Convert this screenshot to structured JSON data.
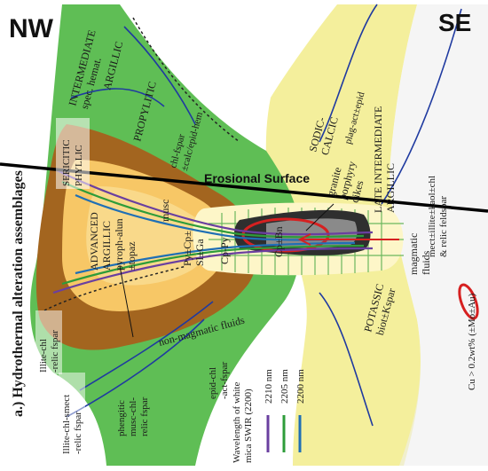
{
  "header": {
    "nw": "NW",
    "se": "SE"
  },
  "figure_title": "a.) Hydrothermal alteration assemblages",
  "erosional_surface": "Erosional Surface",
  "zones": {
    "intermediate_argillic_top": [
      "INTERMEDIATE",
      "spec. hemat."
    ],
    "argillic": "ARGILLIC",
    "propylitic": "PROPYLITIC",
    "propylitic_minerals": [
      "chl-fspar",
      "±calc/epid-hem"
    ],
    "sericitic": [
      "SERICITIC",
      "PHYLLIC"
    ],
    "sodic_calcic": [
      "SODIC-",
      "CALCIC"
    ],
    "sodic_minerals": "plag-act±epid",
    "late_intermediate": [
      "LATE INTERMEDIATE",
      "ARGILLIC"
    ],
    "late_minerals": [
      "mect±illite±kaol±chl",
      "& relic feldspar"
    ],
    "advanced_argillic": [
      "ADVANCED",
      "ARGILLIC",
      "pyroph-alun",
      "±topaz"
    ],
    "musc": "musc",
    "py_cp": [
      "Py±Cp±",
      "Sl±Ga"
    ],
    "cp_py": "Cp-Py",
    "cp_bn": "Cp±Bn",
    "granite": [
      "granite",
      "porphyry",
      "dikes"
    ],
    "potassic": [
      "POTASSIC",
      "biot±Kspar"
    ],
    "magmatic_fluids": [
      "magmatic",
      "fluids"
    ],
    "non_magmatic": "non-magmatic fluids",
    "illite_chl": [
      "Illite-chl",
      "-relic fspar"
    ],
    "illite_smect": [
      "Illite-chl-smect",
      "-relic fspar"
    ],
    "epid_chl": [
      "epid-chl",
      "-act-fspar"
    ],
    "phengitic": [
      "phengitic",
      "musc-chl-",
      "relic fspar"
    ]
  },
  "legend": {
    "ore": "Cu > 0.2wt% (±Mo±Au)",
    "swir_title": [
      "Wavelength of white",
      "mica SWIR (2200)"
    ],
    "items": [
      {
        "label": "2210 nm",
        "color": "#6a3fa0"
      },
      {
        "label": "2205 nm",
        "color": "#2e9c3a"
      },
      {
        "label": "2200 nm",
        "color": "#1f6fb5"
      }
    ],
    "ore_color": "#d62020"
  },
  "colors": {
    "propylitic_green": "#5fbe55",
    "sodic_yellow": "#f4ef9c",
    "advanced_orange": "#f7c766",
    "argillic_brown": "#a3651f"
  }
}
